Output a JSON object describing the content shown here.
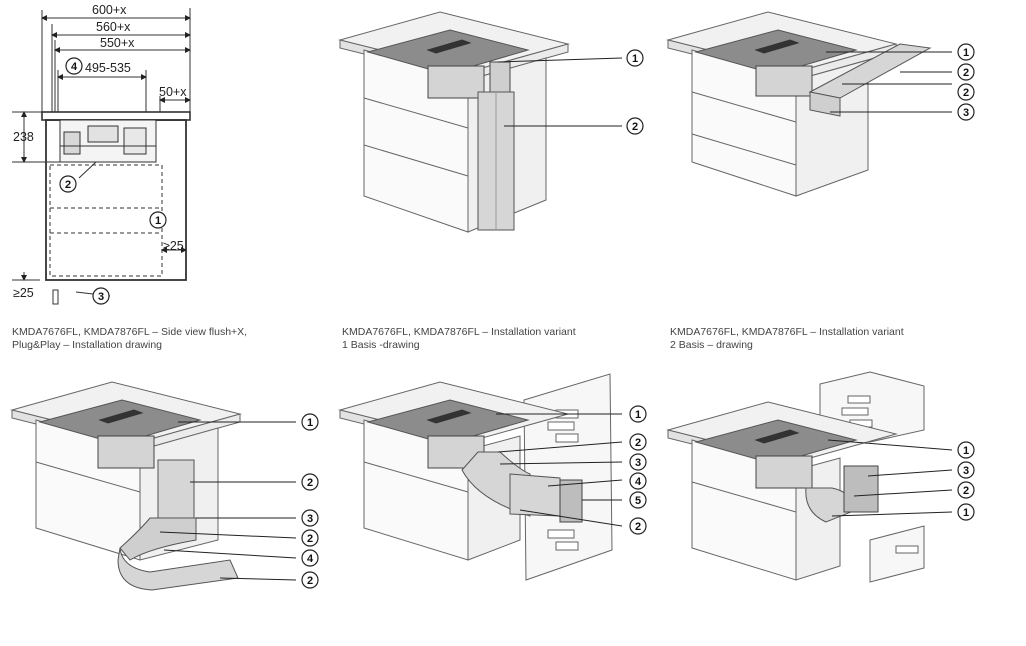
{
  "side_view": {
    "dims": [
      "600+x",
      "560+x",
      "550+x",
      "495-535",
      "50+x",
      "238",
      "≥25",
      "≥25"
    ],
    "dim_callout": "4",
    "callouts": [
      "1",
      "2",
      "3"
    ]
  },
  "variant1": {
    "callouts": [
      "1",
      "2"
    ]
  },
  "variant2": {
    "callouts": [
      "1",
      "2",
      "2",
      "3"
    ]
  },
  "variant3": {
    "callouts": [
      "1",
      "2",
      "3",
      "2",
      "4",
      "2"
    ]
  },
  "variant4": {
    "callouts": [
      "1",
      "2",
      "3",
      "4",
      "5",
      "2"
    ]
  },
  "variant5": {
    "callouts": [
      "1",
      "3",
      "2",
      "1"
    ]
  },
  "captions": [
    "KMDA7676FL, KMDA7876FL – Side view flush+X,\nPlug&Play – Installation drawing",
    "KMDA7676FL, KMDA7876FL – Installation variant\n1 Basis -drawing",
    "KMDA7676FL, KMDA7876FL – Installation variant\n2 Basis – drawing"
  ]
}
